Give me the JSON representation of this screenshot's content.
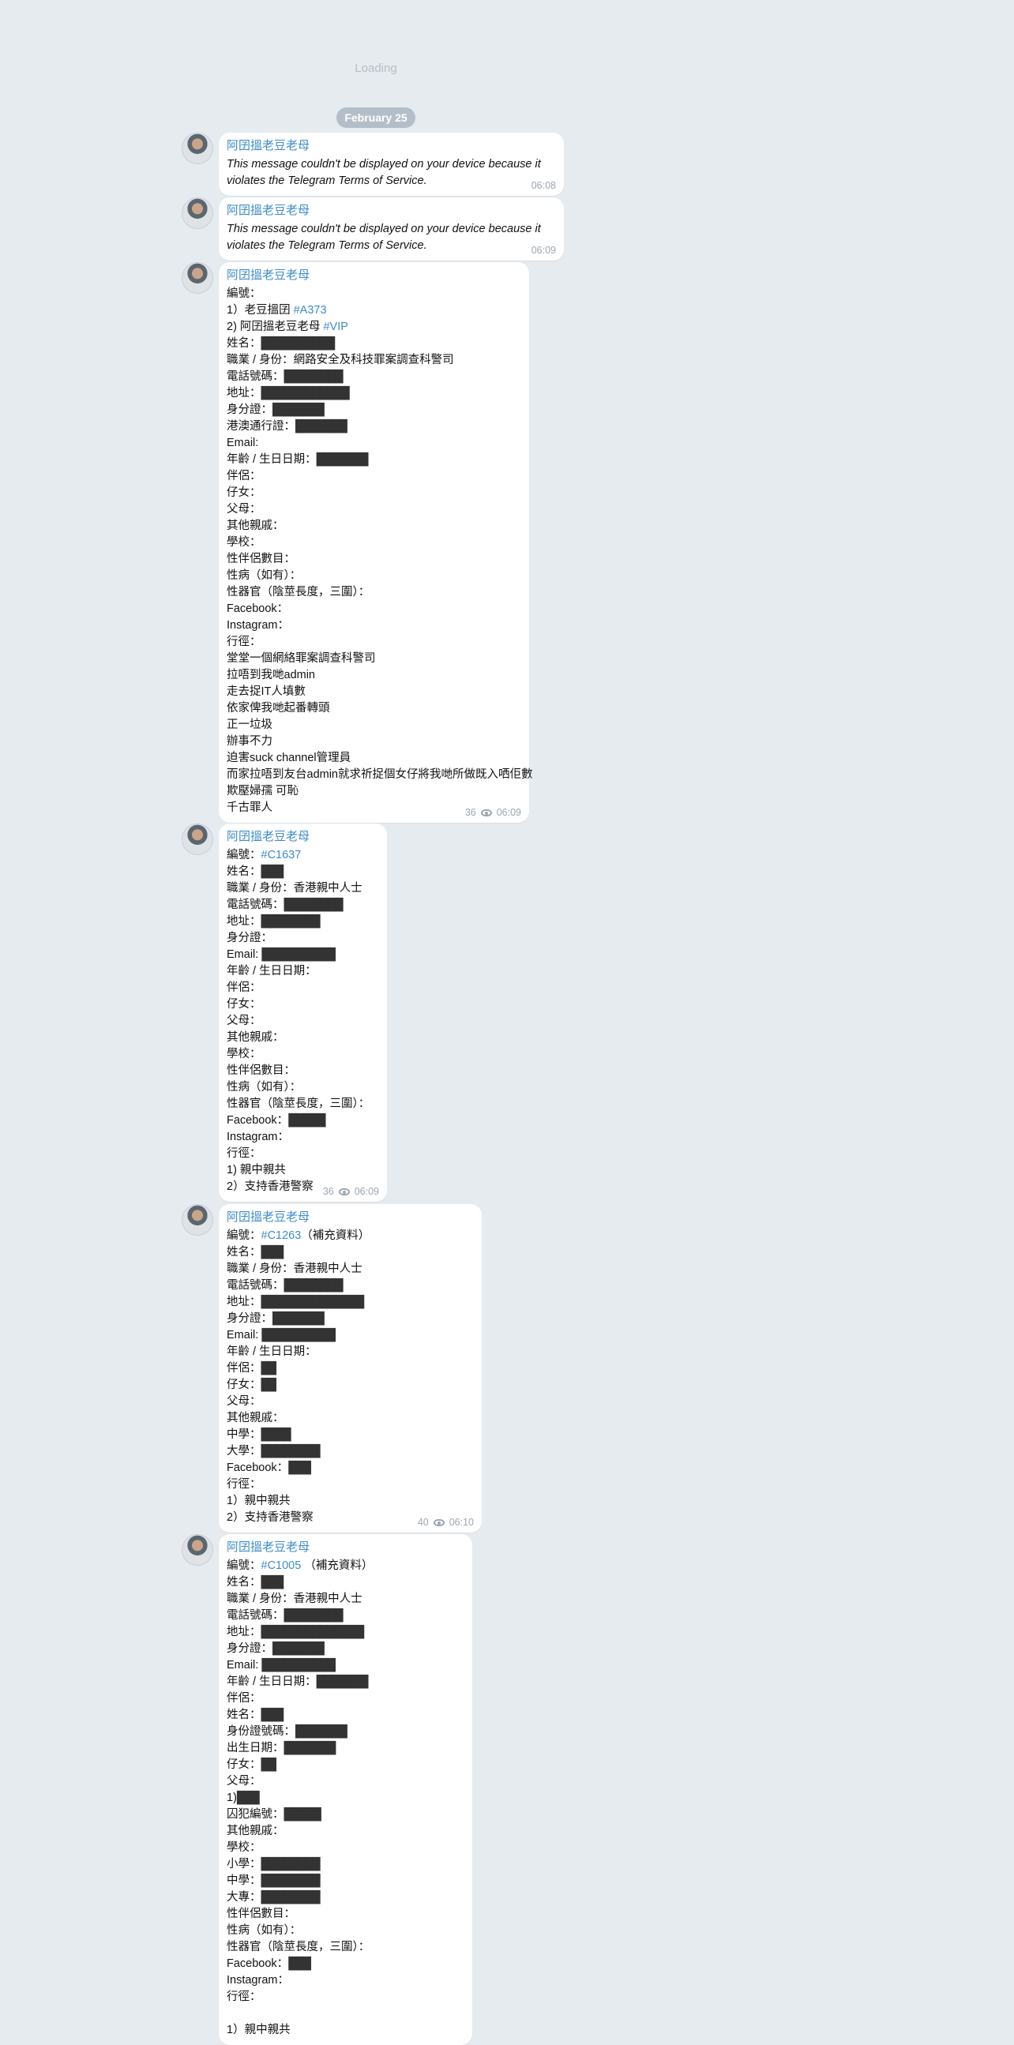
{
  "status": {
    "loading": "Loading",
    "date": "February 25"
  },
  "messages": [
    {
      "sender": "阿囝搵老豆老母",
      "italic": true,
      "time": "06:08",
      "lines": [
        [
          {
            "t": "This message couldn't be displayed on your device because it"
          }
        ],
        [
          {
            "t": "violates the Telegram Terms of Service."
          }
        ]
      ]
    },
    {
      "sender": "阿囝搵老豆老母",
      "italic": true,
      "time": "06:09",
      "lines": [
        [
          {
            "t": "This message couldn't be displayed on your device because it"
          }
        ],
        [
          {
            "t": "violates the Telegram Terms of Service."
          }
        ]
      ]
    },
    {
      "sender": "阿囝搵老豆老母",
      "views": "36",
      "time": "06:09",
      "lines": [
        [
          {
            "t": "編號："
          }
        ],
        [
          {
            "t": "1）老豆搵囝 "
          },
          {
            "t": "#A373",
            "tag": 1
          }
        ],
        [
          {
            "t": "2) 阿囝搵老豆老母 "
          },
          {
            "t": "#VIP",
            "tag": 1
          }
        ],
        [
          {
            "t": "姓名："
          },
          {
            "t": "██████████",
            "r": 1
          }
        ],
        [
          {
            "t": "職業 / 身份：網路安全及科技罪案調查科警司"
          }
        ],
        [
          {
            "t": "電話號碼："
          },
          {
            "t": "████████",
            "r": 1
          }
        ],
        [
          {
            "t": "地址："
          },
          {
            "t": "████████████",
            "r": 1
          }
        ],
        [
          {
            "t": "身分證："
          },
          {
            "t": "███████",
            "r": 1
          }
        ],
        [
          {
            "t": "港澳通行證："
          },
          {
            "t": "███████",
            "r": 1
          }
        ],
        [
          {
            "t": "Email:"
          }
        ],
        [
          {
            "t": "年齡 / 生日日期："
          },
          {
            "t": "███████",
            "r": 1
          }
        ],
        [
          {
            "t": "伴侶："
          }
        ],
        [
          {
            "t": "仔女："
          }
        ],
        [
          {
            "t": "父母："
          }
        ],
        [
          {
            "t": "其他親戚："
          }
        ],
        [
          {
            "t": "學校："
          }
        ],
        [
          {
            "t": "性伴侶數目："
          }
        ],
        [
          {
            "t": "性病（如有）："
          }
        ],
        [
          {
            "t": "性器官（陰莖長度，三圍）："
          }
        ],
        [
          {
            "t": "Facebook："
          }
        ],
        [
          {
            "t": "Instagram："
          }
        ],
        [
          {
            "t": "行徑："
          }
        ],
        [
          {
            "t": "堂堂一個網絡罪案調查科警司"
          }
        ],
        [
          {
            "t": "拉唔到我哋admin"
          }
        ],
        [
          {
            "t": "走去捉IT人填數"
          }
        ],
        [
          {
            "t": "依家俾我哋起番轉頭"
          }
        ],
        [
          {
            "t": "正一垃圾"
          }
        ],
        [
          {
            "t": "辦事不力"
          }
        ],
        [
          {
            "t": "迫害suck channel管理員"
          }
        ],
        [
          {
            "t": "而家拉唔到友台admin就求祈捉個女仔將我哋所做既入哂佢數"
          }
        ],
        [
          {
            "t": "欺壓婦孺 可恥"
          }
        ],
        [
          {
            "t": "千古罪人"
          }
        ]
      ]
    },
    {
      "sender": "阿囝搵老豆老母",
      "views": "36",
      "time": "06:09",
      "lines": [
        [
          {
            "t": "編號："
          },
          {
            "t": "#C1637",
            "tag": 1
          }
        ],
        [
          {
            "t": "姓名："
          },
          {
            "t": "███",
            "r": 1
          }
        ],
        [
          {
            "t": "職業 / 身份：香港親中人士"
          }
        ],
        [
          {
            "t": "電話號碼："
          },
          {
            "t": "████████",
            "r": 1
          }
        ],
        [
          {
            "t": "地址："
          },
          {
            "t": "████████",
            "r": 1
          }
        ],
        [
          {
            "t": "身分證："
          }
        ],
        [
          {
            "t": "Email: "
          },
          {
            "t": "██████████",
            "r": 1
          }
        ],
        [
          {
            "t": "年齡 / 生日日期："
          }
        ],
        [
          {
            "t": "伴侶："
          }
        ],
        [
          {
            "t": "仔女："
          }
        ],
        [
          {
            "t": "父母："
          }
        ],
        [
          {
            "t": "其他親戚："
          }
        ],
        [
          {
            "t": "學校："
          }
        ],
        [
          {
            "t": "性伴侶數目："
          }
        ],
        [
          {
            "t": "性病（如有）："
          }
        ],
        [
          {
            "t": "性器官（陰莖長度，三圍）："
          }
        ],
        [
          {
            "t": "Facebook："
          },
          {
            "t": "█████",
            "r": 1
          }
        ],
        [
          {
            "t": "Instagram："
          }
        ],
        [
          {
            "t": "行徑："
          }
        ],
        [
          {
            "t": "1) 親中親共"
          }
        ],
        [
          {
            "t": "2）支持香港警察"
          }
        ]
      ]
    },
    {
      "sender": "阿囝搵老豆老母",
      "views": "40",
      "time": "06:10",
      "lines": [
        [
          {
            "t": "編號："
          },
          {
            "t": "#C1263",
            "tag": 1
          },
          {
            "t": "（補充資料）"
          }
        ],
        [
          {
            "t": "姓名："
          },
          {
            "t": "███",
            "r": 1
          }
        ],
        [
          {
            "t": "職業 / 身份：香港親中人士"
          }
        ],
        [
          {
            "t": "電話號碼："
          },
          {
            "t": "████████",
            "r": 1
          }
        ],
        [
          {
            "t": "地址："
          },
          {
            "t": "██████████████",
            "r": 1
          }
        ],
        [
          {
            "t": "身分證："
          },
          {
            "t": "███████",
            "r": 1
          }
        ],
        [
          {
            "t": "Email: "
          },
          {
            "t": "██████████",
            "r": 1
          }
        ],
        [
          {
            "t": "年齡 / 生日日期："
          }
        ],
        [
          {
            "t": "伴侶："
          },
          {
            "t": "██",
            "r": 1
          }
        ],
        [
          {
            "t": "仔女："
          },
          {
            "t": "██",
            "r": 1
          }
        ],
        [
          {
            "t": "父母："
          }
        ],
        [
          {
            "t": "其他親戚："
          }
        ],
        [
          {
            "t": "中學："
          },
          {
            "t": "████",
            "r": 1
          }
        ],
        [
          {
            "t": "大學："
          },
          {
            "t": "████████",
            "r": 1
          }
        ],
        [
          {
            "t": "Facebook："
          },
          {
            "t": "███",
            "r": 1
          }
        ],
        [
          {
            "t": "行徑："
          }
        ],
        [
          {
            "t": "1）親中親共"
          }
        ],
        [
          {
            "t": "2）支持香港警察"
          }
        ]
      ]
    },
    {
      "sender": "阿囝搵老豆老母",
      "lines": [
        [
          {
            "t": "編號："
          },
          {
            "t": "#C1005",
            "tag": 1
          },
          {
            "t": " （補充資料）"
          }
        ],
        [
          {
            "t": "姓名："
          },
          {
            "t": "███",
            "r": 1
          }
        ],
        [
          {
            "t": "職業 / 身份：香港親中人士"
          }
        ],
        [
          {
            "t": "電話號碼："
          },
          {
            "t": "████████",
            "r": 1
          }
        ],
        [
          {
            "t": "地址："
          },
          {
            "t": "██████████████",
            "r": 1
          }
        ],
        [
          {
            "t": "身分證："
          },
          {
            "t": "███████",
            "r": 1
          }
        ],
        [
          {
            "t": "Email: "
          },
          {
            "t": "██████████",
            "r": 1
          }
        ],
        [
          {
            "t": "年齡 / 生日日期："
          },
          {
            "t": "███████",
            "r": 1
          }
        ],
        [
          {
            "t": "伴侶："
          }
        ],
        [
          {
            "t": "姓名："
          },
          {
            "t": "███",
            "r": 1
          }
        ],
        [
          {
            "t": "身份證號碼："
          },
          {
            "t": "███████",
            "r": 1
          }
        ],
        [
          {
            "t": "出生日期："
          },
          {
            "t": "███████",
            "r": 1
          }
        ],
        [
          {
            "t": "仔女："
          },
          {
            "t": "██",
            "r": 1
          }
        ],
        [
          {
            "t": "父母："
          }
        ],
        [
          {
            "t": "1)"
          },
          {
            "t": "███",
            "r": 1
          }
        ],
        [
          {
            "t": "囚犯編號："
          },
          {
            "t": "█████",
            "r": 1
          }
        ],
        [
          {
            "t": "其他親戚："
          }
        ],
        [
          {
            "t": "學校："
          }
        ],
        [
          {
            "t": "小學："
          },
          {
            "t": "████████",
            "r": 1
          }
        ],
        [
          {
            "t": "中學："
          },
          {
            "t": "████████",
            "r": 1
          }
        ],
        [
          {
            "t": "大專："
          },
          {
            "t": "████████",
            "r": 1
          }
        ],
        [
          {
            "t": "性伴侶數目："
          }
        ],
        [
          {
            "t": "性病（如有）："
          }
        ],
        [
          {
            "t": "性器官（陰莖長度，三圍）："
          }
        ],
        [
          {
            "t": "Facebook："
          },
          {
            "t": "███",
            "r": 1
          }
        ],
        [
          {
            "t": "Instagram："
          }
        ],
        [
          {
            "t": "行徑："
          }
        ],
        [
          {
            "t": ""
          }
        ],
        [
          {
            "t": "1）親中親共"
          }
        ]
      ]
    }
  ]
}
